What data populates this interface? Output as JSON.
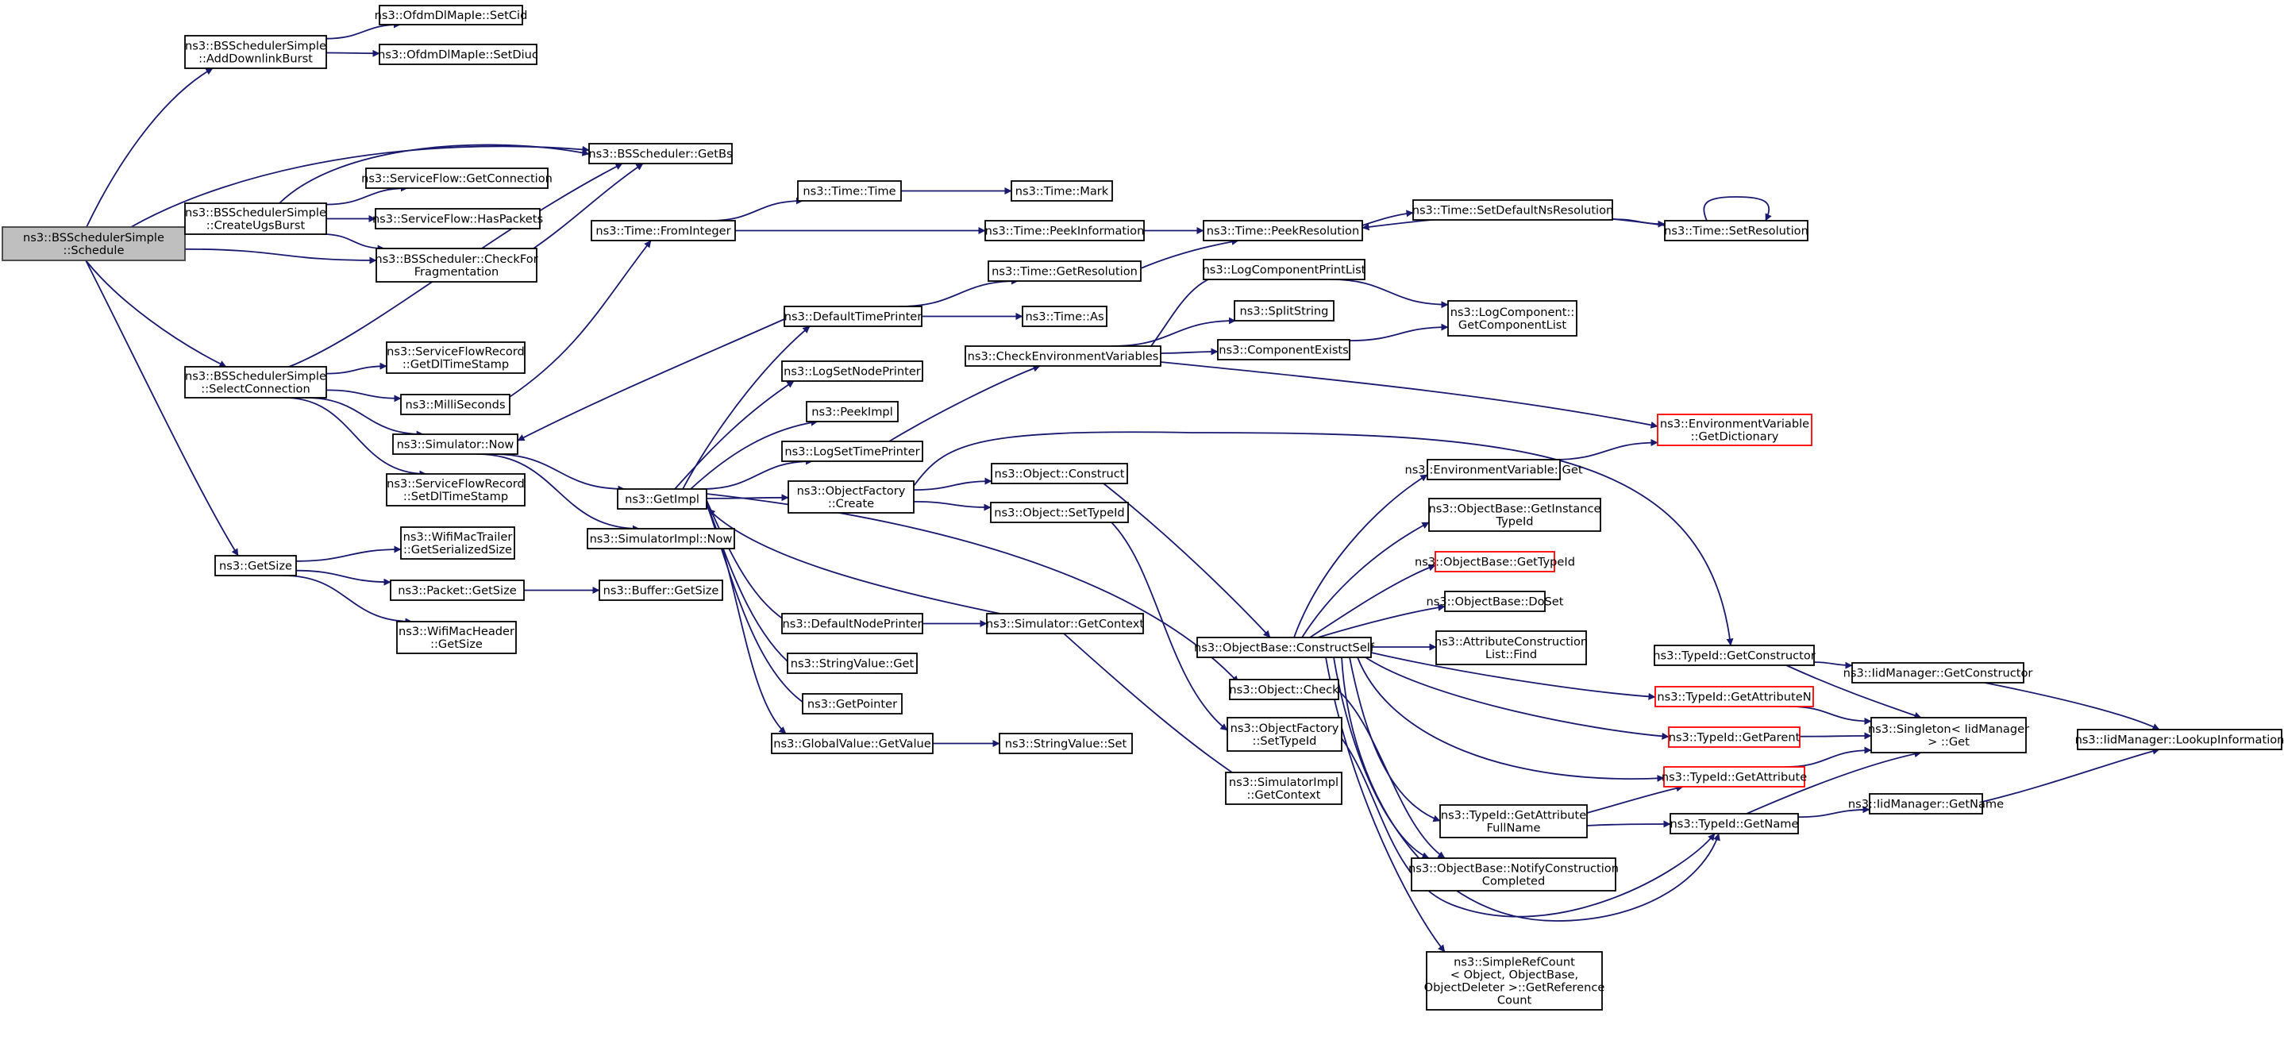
{
  "diagram": {
    "kind": "doxygen call graph",
    "colors": {
      "edge": "#191970",
      "node_border": "#000000",
      "root_fill": "#bfbfbf",
      "truncated_border": "#ff0000"
    },
    "nodes": [
      {
        "id": "schedule",
        "lines": [
          "ns3::BSSchedulerSimple",
          "::Schedule"
        ],
        "root": true
      },
      {
        "id": "addDL",
        "lines": [
          "ns3::BSSchedulerSimple",
          "::AddDownlinkBurst"
        ]
      },
      {
        "id": "setCid",
        "lines": [
          "ns3::OfdmDlMapIe::SetCid"
        ]
      },
      {
        "id": "setDiuc",
        "lines": [
          "ns3::OfdmDlMapIe::SetDiuc"
        ]
      },
      {
        "id": "getBs",
        "lines": [
          "ns3::BSScheduler::GetBs"
        ]
      },
      {
        "id": "createUgs",
        "lines": [
          "ns3::BSSchedulerSimple",
          "::CreateUgsBurst"
        ]
      },
      {
        "id": "getConn",
        "lines": [
          "ns3::ServiceFlow::GetConnection"
        ]
      },
      {
        "id": "hasPackets",
        "lines": [
          "ns3::ServiceFlow::HasPackets"
        ]
      },
      {
        "id": "checkFrag",
        "lines": [
          "ns3::BSScheduler::CheckFor",
          "Fragmentation"
        ]
      },
      {
        "id": "selConn",
        "lines": [
          "ns3::BSSchedulerSimple",
          "::SelectConnection"
        ]
      },
      {
        "id": "getDlTs",
        "lines": [
          "ns3::ServiceFlowRecord",
          "::GetDlTimeStamp"
        ]
      },
      {
        "id": "milli",
        "lines": [
          "ns3::MilliSeconds"
        ]
      },
      {
        "id": "simNow",
        "lines": [
          "ns3::Simulator::Now"
        ]
      },
      {
        "id": "setDlTs",
        "lines": [
          "ns3::ServiceFlowRecord",
          "::SetDlTimeStamp"
        ]
      },
      {
        "id": "getSize",
        "lines": [
          "ns3::GetSize"
        ]
      },
      {
        "id": "wifiTrailer",
        "lines": [
          "ns3::WifiMacTrailer",
          "::GetSerializedSize"
        ]
      },
      {
        "id": "pktGetSize",
        "lines": [
          "ns3::Packet::GetSize"
        ]
      },
      {
        "id": "bufGetSize",
        "lines": [
          "ns3::Buffer::GetSize"
        ]
      },
      {
        "id": "wifiHeader",
        "lines": [
          "ns3::WifiMacHeader",
          "::GetSize"
        ]
      },
      {
        "id": "fromInt",
        "lines": [
          "ns3::Time::FromInteger"
        ]
      },
      {
        "id": "timeTime",
        "lines": [
          "ns3::Time::Time"
        ]
      },
      {
        "id": "timeMark",
        "lines": [
          "ns3::Time::Mark"
        ]
      },
      {
        "id": "peekInfo",
        "lines": [
          "ns3::Time::PeekInformation"
        ]
      },
      {
        "id": "peekRes",
        "lines": [
          "ns3::Time::PeekResolution"
        ]
      },
      {
        "id": "setDefRes",
        "lines": [
          "ns3::Time::SetDefaultNsResolution"
        ]
      },
      {
        "id": "setRes",
        "lines": [
          "ns3::Time::SetResolution"
        ]
      },
      {
        "id": "getRes",
        "lines": [
          "ns3::Time::GetResolution"
        ]
      },
      {
        "id": "defTimePr",
        "lines": [
          "ns3::DefaultTimePrinter"
        ]
      },
      {
        "id": "timeAs",
        "lines": [
          "ns3::Time::As"
        ]
      },
      {
        "id": "logSetNode",
        "lines": [
          "ns3::LogSetNodePrinter"
        ]
      },
      {
        "id": "peekImpl",
        "lines": [
          "ns3::PeekImpl"
        ]
      },
      {
        "id": "logSetTime",
        "lines": [
          "ns3::LogSetTimePrinter"
        ]
      },
      {
        "id": "getImpl",
        "lines": [
          "ns3::GetImpl"
        ]
      },
      {
        "id": "simImplNow",
        "lines": [
          "ns3::SimulatorImpl::Now"
        ]
      },
      {
        "id": "objFactCreate",
        "lines": [
          "ns3::ObjectFactory",
          "::Create"
        ]
      },
      {
        "id": "checkEnv",
        "lines": [
          "ns3::CheckEnvironmentVariables"
        ]
      },
      {
        "id": "logCompPrint",
        "lines": [
          "ns3::LogComponentPrintList"
        ]
      },
      {
        "id": "splitStr",
        "lines": [
          "ns3::SplitString"
        ]
      },
      {
        "id": "compExists",
        "lines": [
          "ns3::ComponentExists"
        ]
      },
      {
        "id": "getCompList",
        "lines": [
          "ns3::LogComponent::",
          "GetComponentList"
        ]
      },
      {
        "id": "envGetDict",
        "lines": [
          "ns3::EnvironmentVariable",
          "::GetDictionary"
        ],
        "truncated": true
      },
      {
        "id": "objConstruct",
        "lines": [
          "ns3::Object::Construct"
        ]
      },
      {
        "id": "objSetTypeId",
        "lines": [
          "ns3::Object::SetTypeId"
        ]
      },
      {
        "id": "envGet",
        "lines": [
          "ns3::EnvironmentVariable::Get"
        ]
      },
      {
        "id": "obGetInst",
        "lines": [
          "ns3::ObjectBase::GetInstance",
          "TypeId"
        ]
      },
      {
        "id": "obGetTypeId",
        "lines": [
          "ns3::ObjectBase::GetTypeId"
        ],
        "truncated": true
      },
      {
        "id": "obDoSet",
        "lines": [
          "ns3::ObjectBase::DoSet"
        ]
      },
      {
        "id": "attrFind",
        "lines": [
          "ns3::AttributeConstruction",
          "List::Find"
        ]
      },
      {
        "id": "defNodePr",
        "lines": [
          "ns3::DefaultNodePrinter"
        ]
      },
      {
        "id": "simGetCtx",
        "lines": [
          "ns3::Simulator::GetContext"
        ]
      },
      {
        "id": "obConstructSelf",
        "lines": [
          "ns3::ObjectBase::ConstructSelf"
        ]
      },
      {
        "id": "strValGet",
        "lines": [
          "ns3::StringValue::Get"
        ]
      },
      {
        "id": "objCheck",
        "lines": [
          "ns3::Object::Check"
        ]
      },
      {
        "id": "getPointer",
        "lines": [
          "ns3::GetPointer"
        ]
      },
      {
        "id": "gvGetValue",
        "lines": [
          "ns3::GlobalValue::GetValue"
        ]
      },
      {
        "id": "strValSet",
        "lines": [
          "ns3::StringValue::Set"
        ]
      },
      {
        "id": "ofSetTypeId",
        "lines": [
          "ns3::ObjectFactory",
          "::SetTypeId"
        ]
      },
      {
        "id": "simImplGetCtx",
        "lines": [
          "ns3::SimulatorImpl",
          "::GetContext"
        ]
      },
      {
        "id": "tidGetCtor",
        "lines": [
          "ns3::TypeId::GetConstructor"
        ]
      },
      {
        "id": "iidGetCtor",
        "lines": [
          "ns3::IidManager::GetConstructor"
        ]
      },
      {
        "id": "tidGetAttrN",
        "lines": [
          "ns3::TypeId::GetAttributeN"
        ],
        "truncated": true
      },
      {
        "id": "tidGetParent",
        "lines": [
          "ns3::TypeId::GetParent"
        ],
        "truncated": true
      },
      {
        "id": "singleton",
        "lines": [
          "ns3::Singleton< IidManager",
          "> ::Get"
        ]
      },
      {
        "id": "lookupInfo",
        "lines": [
          "ns3::IidManager::LookupInformation"
        ]
      },
      {
        "id": "tidGetAttr",
        "lines": [
          "ns3::TypeId::GetAttribute"
        ],
        "truncated": true
      },
      {
        "id": "tidGetAttrFull",
        "lines": [
          "ns3::TypeId::GetAttribute",
          "FullName"
        ]
      },
      {
        "id": "tidGetName",
        "lines": [
          "ns3::TypeId::GetName"
        ]
      },
      {
        "id": "iidGetName",
        "lines": [
          "ns3::IidManager::GetName"
        ]
      },
      {
        "id": "obNotify",
        "lines": [
          "ns3::ObjectBase::NotifyConstruction",
          "Completed"
        ]
      },
      {
        "id": "refCount",
        "lines": [
          "ns3::SimpleRefCount",
          "< Object, ObjectBase,",
          "ObjectDeleter >::GetReference",
          "Count"
        ]
      }
    ],
    "edges": [
      [
        "schedule",
        "addDL"
      ],
      [
        "schedule",
        "getBs"
      ],
      [
        "schedule",
        "createUgs"
      ],
      [
        "schedule",
        "checkFrag"
      ],
      [
        "schedule",
        "selConn"
      ],
      [
        "schedule",
        "getSize"
      ],
      [
        "addDL",
        "setCid"
      ],
      [
        "addDL",
        "setDiuc"
      ],
      [
        "createUgs",
        "getBs"
      ],
      [
        "createUgs",
        "getConn"
      ],
      [
        "createUgs",
        "hasPackets"
      ],
      [
        "createUgs",
        "checkFrag"
      ],
      [
        "checkFrag",
        "getBs"
      ],
      [
        "selConn",
        "getBs"
      ],
      [
        "selConn",
        "getDlTs"
      ],
      [
        "selConn",
        "milli"
      ],
      [
        "selConn",
        "simNow"
      ],
      [
        "selConn",
        "setDlTs"
      ],
      [
        "milli",
        "fromInt"
      ],
      [
        "simNow",
        "getImpl"
      ],
      [
        "simNow",
        "simImplNow"
      ],
      [
        "getSize",
        "wifiTrailer"
      ],
      [
        "getSize",
        "pktGetSize"
      ],
      [
        "getSize",
        "wifiHeader"
      ],
      [
        "pktGetSize",
        "bufGetSize"
      ],
      [
        "fromInt",
        "timeTime"
      ],
      [
        "fromInt",
        "peekInfo"
      ],
      [
        "timeTime",
        "timeMark"
      ],
      [
        "peekInfo",
        "peekRes"
      ],
      [
        "peekRes",
        "setDefRes"
      ],
      [
        "setDefRes",
        "setRes"
      ],
      [
        "setRes",
        "peekRes"
      ],
      [
        "setRes",
        "setRes"
      ],
      [
        "getRes",
        "peekRes"
      ],
      [
        "defTimePr",
        "simNow"
      ],
      [
        "defTimePr",
        "getRes"
      ],
      [
        "defTimePr",
        "timeAs"
      ],
      [
        "getImpl",
        "defTimePr"
      ],
      [
        "getImpl",
        "logSetNode"
      ],
      [
        "getImpl",
        "peekImpl"
      ],
      [
        "getImpl",
        "logSetTime"
      ],
      [
        "getImpl",
        "objFactCreate"
      ],
      [
        "getImpl",
        "defNodePr"
      ],
      [
        "getImpl",
        "strValGet"
      ],
      [
        "getImpl",
        "getPointer"
      ],
      [
        "getImpl",
        "gvGetValue"
      ],
      [
        "getImpl",
        "objCheck"
      ],
      [
        "logSetTime",
        "checkEnv"
      ],
      [
        "checkEnv",
        "logCompPrint"
      ],
      [
        "checkEnv",
        "splitStr"
      ],
      [
        "checkEnv",
        "compExists"
      ],
      [
        "checkEnv",
        "envGetDict"
      ],
      [
        "logCompPrint",
        "getCompList"
      ],
      [
        "compExists",
        "getCompList"
      ],
      [
        "objFactCreate",
        "objConstruct"
      ],
      [
        "objFactCreate",
        "objSetTypeId"
      ],
      [
        "objFactCreate",
        "tidGetCtor"
      ],
      [
        "objConstruct",
        "obConstructSelf"
      ],
      [
        "objSetTypeId",
        "ofSetTypeId"
      ],
      [
        "defNodePr",
        "simGetCtx"
      ],
      [
        "simGetCtx",
        "getImpl"
      ],
      [
        "simGetCtx",
        "simImplGetCtx"
      ],
      [
        "gvGetValue",
        "strValSet"
      ],
      [
        "obConstructSelf",
        "envGet"
      ],
      [
        "obConstructSelf",
        "obGetInst"
      ],
      [
        "obConstructSelf",
        "obGetTypeId"
      ],
      [
        "obConstructSelf",
        "obDoSet"
      ],
      [
        "obConstructSelf",
        "attrFind"
      ],
      [
        "obConstructSelf",
        "tidGetAttrN"
      ],
      [
        "obConstructSelf",
        "tidGetParent"
      ],
      [
        "obConstructSelf",
        "tidGetAttr"
      ],
      [
        "obConstructSelf",
        "tidGetAttrFull"
      ],
      [
        "obConstructSelf",
        "tidGetName"
      ],
      [
        "obConstructSelf",
        "obNotify"
      ],
      [
        "obConstructSelf",
        "refCount"
      ],
      [
        "envGet",
        "envGetDict"
      ],
      [
        "objCheck",
        "obNotify"
      ],
      [
        "ofSetTypeId",
        "tidGetName"
      ],
      [
        "tidGetCtor",
        "iidGetCtor"
      ],
      [
        "tidGetCtor",
        "singleton"
      ],
      [
        "iidGetCtor",
        "lookupInfo"
      ],
      [
        "tidGetAttrN",
        "singleton"
      ],
      [
        "tidGetParent",
        "singleton"
      ],
      [
        "tidGetAttr",
        "singleton"
      ],
      [
        "tidGetAttrFull",
        "tidGetAttr"
      ],
      [
        "tidGetAttrFull",
        "tidGetName"
      ],
      [
        "tidGetName",
        "singleton"
      ],
      [
        "tidGetName",
        "iidGetName"
      ],
      [
        "iidGetName",
        "lookupInfo"
      ]
    ]
  }
}
